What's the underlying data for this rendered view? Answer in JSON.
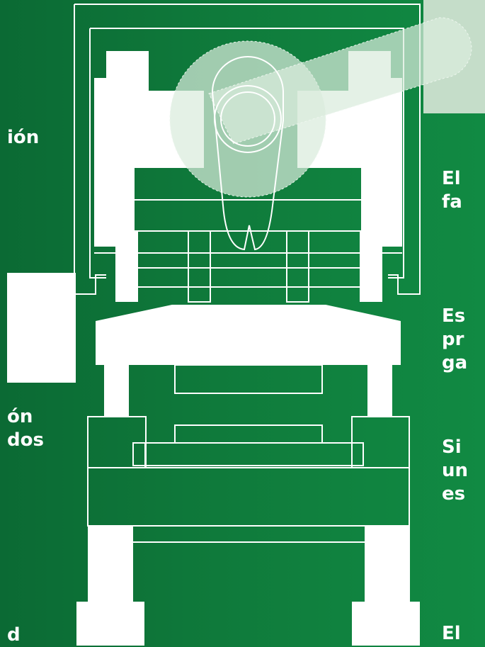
{
  "left_fragments": [
    {
      "name": "left-text-fragment-1",
      "text": "ión"
    },
    {
      "name": "left-text-fragment-2",
      "text": "ón\ndos"
    },
    {
      "name": "left-text-fragment-3",
      "text": "d"
    }
  ],
  "right_fragments": [
    {
      "name": "right-text-fragment-1",
      "text": "El\nfa"
    },
    {
      "name": "right-text-fragment-2",
      "text": "Es\npr\nga"
    },
    {
      "name": "right-text-fragment-3",
      "text": "Si\nun\nes"
    },
    {
      "name": "right-text-fragment-4",
      "text": "El"
    }
  ],
  "colors": {
    "background_start": "#0b6a34",
    "background_end": "#118a43",
    "line": "#ffffff",
    "crank_overlay": "#d9ecdc"
  }
}
